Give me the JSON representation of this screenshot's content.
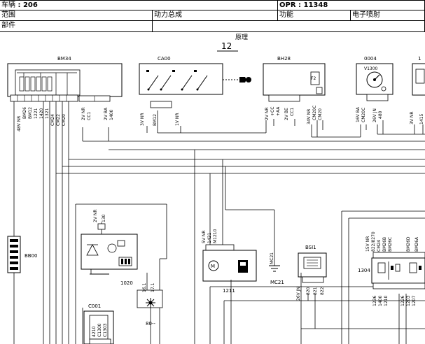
{
  "header": {
    "vehicle_label": "车辆",
    "vehicle_value": "206",
    "opr_label": "OPR",
    "opr_value": "11348",
    "scope_label": "范围",
    "scope_value": "动力总成",
    "function_label": "功能",
    "function_value": "电子喷射",
    "part_label": "部件"
  },
  "sheet": {
    "title": "原理",
    "number": "12"
  },
  "components": {
    "bm34": {
      "id": "BM34",
      "pins": [
        "48V NR",
        "BM26",
        "BM12",
        "1221",
        "1420",
        "1321",
        "CM24",
        "CM22",
        "CM20",
        "2V NR",
        "CC1",
        "2V BA",
        "1400"
      ]
    },
    "ca00": {
      "id": "CA00",
      "pins": [
        "3V NR",
        "BM12",
        "1V NR"
      ]
    },
    "bh28": {
      "id": "BH28",
      "fuse": "F2",
      "pins": [
        "2V NR",
        "+CC",
        "+AA",
        "2V BE",
        "CC1",
        "34V NR",
        "CM20C",
        "CM20"
      ]
    },
    "c0004": {
      "id": "0004",
      "sub": "V1300",
      "pins": [
        "16V BA",
        "CM20C",
        "26V JN",
        "480"
      ]
    },
    "right_edge": {
      "pins": [
        "3V NR",
        "1415"
      ]
    },
    "bb00": {
      "id": "BB00"
    },
    "c1020": {
      "id": "1020",
      "pins": [
        "2V NR",
        "130"
      ]
    },
    "c0001": {
      "id": "C001",
      "pins": [
        "4210",
        "C1300",
        "C1303"
      ]
    },
    "c80": {
      "id": "80--",
      "pins": [
        "16.1",
        "17.1"
      ]
    },
    "c1211": {
      "id": "1211",
      "pins": [
        "5V NR",
        "1421",
        "M1210"
      ]
    },
    "mc21": {
      "id": "MC21",
      "pins": [
        "MC21"
      ]
    },
    "bsi1": {
      "id": "BSI1",
      "pins": [
        "26V JN",
        "820",
        "821",
        "822"
      ]
    },
    "c1304": {
      "id": "1304",
      "pins": [
        "15V NR",
        "822/8270",
        "CM24",
        "BM26B",
        "BM26C",
        "BM26D",
        "BM26A",
        "1236",
        "1400",
        "1210",
        "1226",
        "1203",
        "1207"
      ]
    }
  }
}
